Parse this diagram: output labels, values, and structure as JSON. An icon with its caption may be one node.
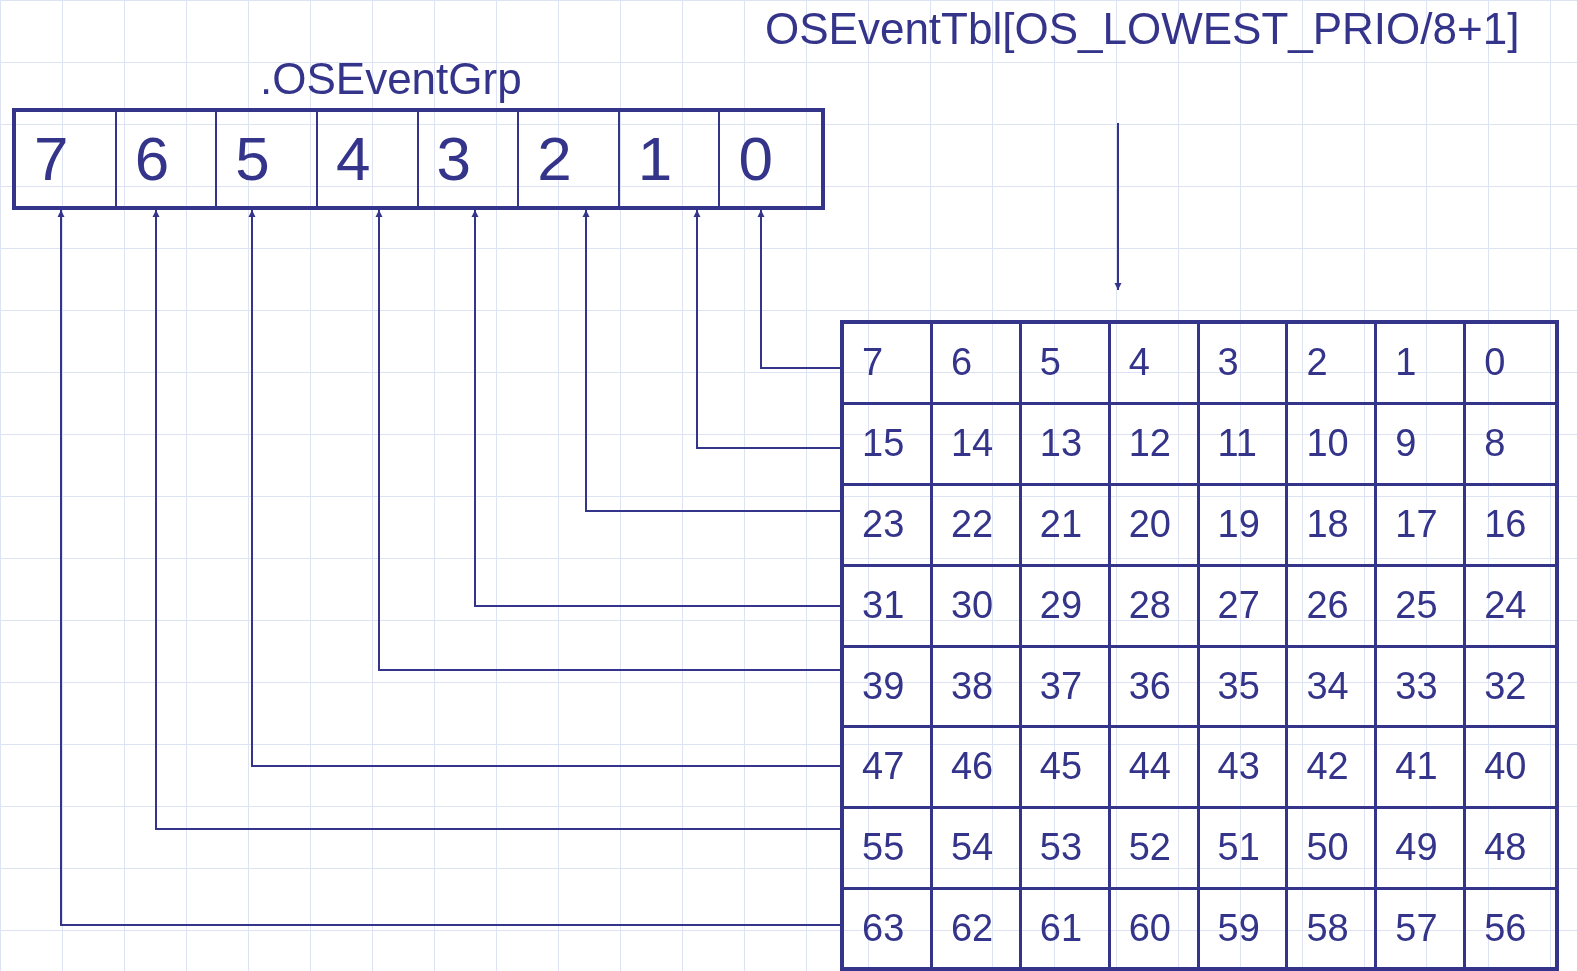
{
  "diagram": {
    "nodes": [
      {
        "text": [
          ".OSEventGrp"
        ]
      },
      {
        "text": [
          "7"
        ],
        "in": 0
      },
      {
        "text": [
          "6"
        ],
        "in": 0
      },
      {
        "text": [
          "5"
        ],
        "in": 0
      },
      {
        "text": [
          "4"
        ],
        "in": 0
      },
      {
        "text": [
          "3"
        ],
        "in": 0
      },
      {
        "text": [
          "2"
        ],
        "in": 0
      },
      {
        "text": [
          "1"
        ],
        "in": 0
      },
      {
        "text": [
          "0"
        ],
        "in": 0
      },
      {
        "text": [
          "OSEventTbl[OS_LOWEST_PRIO/8+1]"
        ]
      },
      {
        "text": [],
        "shape": "box"
      },
      {
        "text": [],
        "shape": "box",
        "in": 10
      },
      {
        "text": [
          "7"
        ],
        "in": 11
      },
      {
        "text": [
          "6"
        ],
        "in": 11
      },
      {
        "text": [
          "5"
        ],
        "in": 11
      },
      {
        "text": [
          "4"
        ],
        "in": 11
      },
      {
        "text": [
          "3"
        ],
        "in": 11
      },
      {
        "text": [
          "2"
        ],
        "in": 11
      },
      {
        "text": [
          "1"
        ],
        "in": 11
      },
      {
        "text": [
          "0"
        ],
        "in": 11
      },
      {
        "text": [],
        "shape": "box",
        "in": 10
      },
      {
        "text": [
          "15"
        ],
        "in": 20
      },
      {
        "text": [
          "14"
        ],
        "in": 20
      },
      {
        "text": [
          "13"
        ],
        "in": 20
      },
      {
        "text": [
          "12"
        ],
        "in": 20
      },
      {
        "text": [
          "11"
        ],
        "in": 20
      },
      {
        "text": [
          "10"
        ],
        "in": 20
      },
      {
        "text": [
          "9"
        ],
        "in": 20
      },
      {
        "text": [
          "8"
        ],
        "in": 20
      },
      {
        "text": [],
        "shape": "box",
        "in": 10
      },
      {
        "text": [
          "23"
        ],
        "in": 29
      },
      {
        "text": [
          "22"
        ],
        "in": 29
      },
      {
        "text": [
          "21"
        ],
        "in": 29
      },
      {
        "text": [
          "20"
        ],
        "in": 29
      },
      {
        "text": [
          "19"
        ],
        "in": 29
      },
      {
        "text": [
          "18"
        ],
        "in": 29
      },
      {
        "text": [
          "17"
        ],
        "in": 29
      },
      {
        "text": [
          "16"
        ],
        "in": 29
      },
      {
        "text": [],
        "shape": "box",
        "in": 10
      },
      {
        "text": [
          "31"
        ],
        "in": 38
      },
      {
        "text": [
          "30"
        ],
        "in": 38
      },
      {
        "text": [
          "29"
        ],
        "in": 38
      },
      {
        "text": [
          "28"
        ],
        "in": 38
      },
      {
        "text": [
          "27"
        ],
        "in": 38
      },
      {
        "text": [
          "26"
        ],
        "in": 38
      },
      {
        "text": [
          "25"
        ],
        "in": 38
      },
      {
        "text": [
          "24"
        ],
        "in": 38
      },
      {
        "text": [],
        "shape": "box",
        "in": 10
      },
      {
        "text": [
          "39"
        ],
        "in": 47
      },
      {
        "text": [
          "38"
        ],
        "in": 47
      },
      {
        "text": [
          "37"
        ],
        "in": 47
      },
      {
        "text": [
          "36"
        ],
        "in": 47
      },
      {
        "text": [
          "35"
        ],
        "in": 47
      },
      {
        "text": [
          "34"
        ],
        "in": 47
      },
      {
        "text": [
          "33"
        ],
        "in": 47
      },
      {
        "text": [
          "32"
        ],
        "in": 47
      },
      {
        "text": [],
        "shape": "box",
        "in": 10
      },
      {
        "text": [
          "47"
        ],
        "in": 56
      },
      {
        "text": [
          "46"
        ],
        "in": 56
      },
      {
        "text": [
          "45"
        ],
        "in": 56
      },
      {
        "text": [
          "44"
        ],
        "in": 56
      },
      {
        "text": [
          "43"
        ],
        "in": 56
      },
      {
        "text": [
          "42"
        ],
        "in": 56
      },
      {
        "text": [
          "41"
        ],
        "in": 56
      },
      {
        "text": [
          "40"
        ],
        "in": 56
      },
      {
        "text": [],
        "shape": "box",
        "in": 10
      },
      {
        "text": [
          "55"
        ],
        "in": 65
      },
      {
        "text": [
          "54"
        ],
        "in": 65
      },
      {
        "text": [
          "53"
        ],
        "in": 65
      },
      {
        "text": [
          "52"
        ],
        "in": 65
      },
      {
        "text": [
          "51"
        ],
        "in": 65
      },
      {
        "text": [
          "50"
        ],
        "in": 65
      },
      {
        "text": [
          "49"
        ],
        "in": 65
      },
      {
        "text": [
          "48"
        ],
        "in": 65
      },
      {
        "text": [],
        "shape": "box",
        "in": 10
      },
      {
        "text": [
          "63"
        ],
        "in": 74
      },
      {
        "text": [
          "62"
        ],
        "in": 74
      },
      {
        "text": [
          "61"
        ],
        "in": 74
      },
      {
        "text": [
          "60"
        ],
        "in": 74
      },
      {
        "text": [
          "59"
        ],
        "in": 74
      },
      {
        "text": [
          "58"
        ],
        "in": 74
      },
      {
        "text": [
          "57"
        ],
        "in": 74
      },
      {
        "text": [
          "56"
        ],
        "in": 74
      }
    ],
    "edges": [
      {
        "from": 9,
        "to": 10,
        "arrow": "to"
      },
      {
        "from": 11,
        "to": 8,
        "arrow": "to"
      },
      {
        "from": 20,
        "to": 7,
        "arrow": "to"
      },
      {
        "from": 29,
        "to": 6,
        "arrow": "to"
      },
      {
        "from": 38,
        "to": 5,
        "arrow": "to"
      },
      {
        "from": 47,
        "to": 4,
        "arrow": "to"
      },
      {
        "from": 56,
        "to": 3,
        "arrow": "to"
      },
      {
        "from": 65,
        "to": 2,
        "arrow": "to"
      },
      {
        "from": 74,
        "to": 1,
        "arrow": "to"
      }
    ]
  }
}
